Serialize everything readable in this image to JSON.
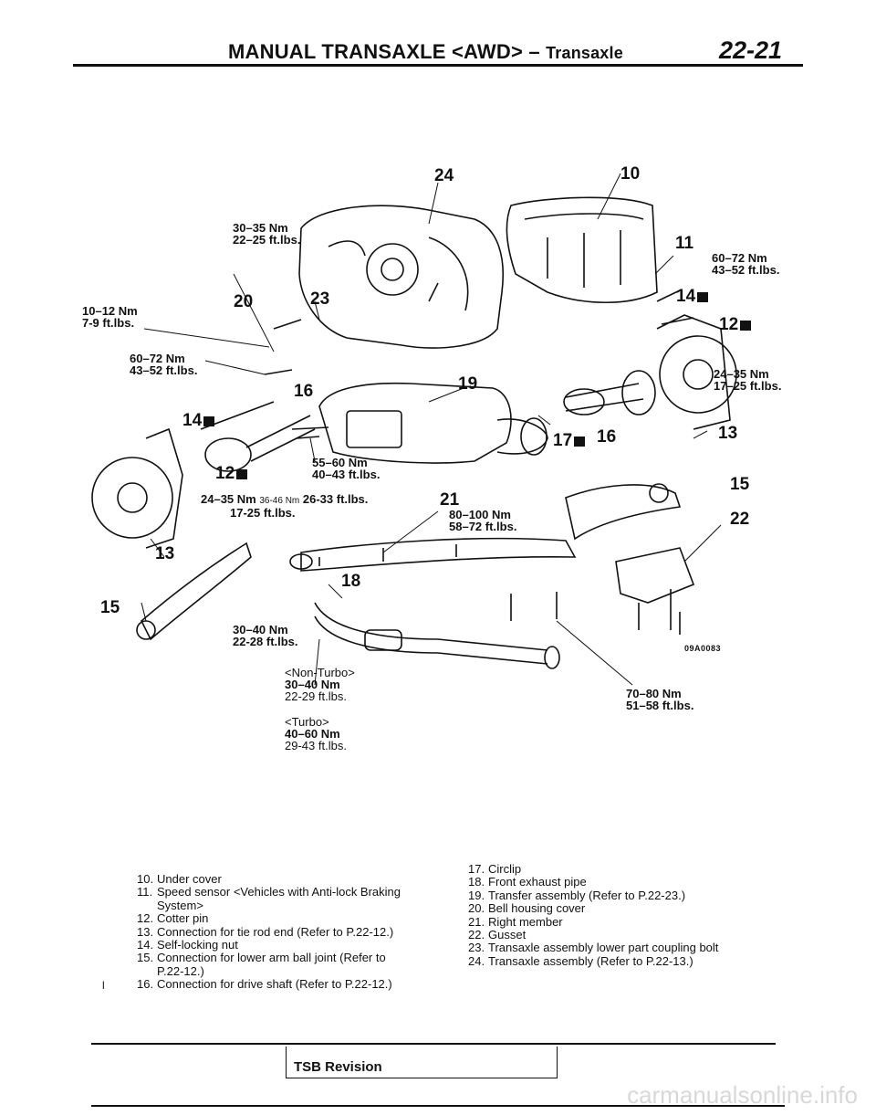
{
  "header": {
    "title_main": "MANUAL TRANSAXLE <AWD> –",
    "title_sub": "Transaxle",
    "page_number": "22-21"
  },
  "diagram": {
    "code": "09A0083",
    "part_numbers": {
      "n10": "10",
      "n24": "24",
      "n11": "11",
      "n20": "20",
      "n23": "23",
      "n14r": "14",
      "n12r": "12",
      "n16l": "16",
      "n19": "19",
      "n14l": "14",
      "n17": "17",
      "n16r": "16",
      "n13r": "13",
      "n12l": "12",
      "n21": "21",
      "n15r": "15",
      "n22": "22",
      "n13l": "13",
      "n18": "18",
      "n15l": "15"
    },
    "torques": {
      "t1_nm": "30–35 Nm",
      "t1_ft": "22–25 ft.lbs.",
      "t2_nm": "10–12 Nm",
      "t2_ft": "7-9 ft.lbs.",
      "t3_nm": "60–72 Nm",
      "t3_ft": "43–52 ft.lbs.",
      "t4_nm": "60–72 Nm",
      "t4_ft": "43–52 ft.lbs.",
      "t5_nm": "24–35 Nm",
      "t5_ft": "17–25 ft.lbs.",
      "t6_nm": "55–60 Nm",
      "t6_ft": "40–43 ft.lbs.",
      "t7_nm": "24–35 Nm",
      "t7_mid": "36-46 Nm",
      "t7_ft2": "26-33 ft.lbs.",
      "t7_ft": "17-25 ft.lbs.",
      "t8_nm": "80–100 Nm",
      "t8_ft": "58–72 ft.lbs.",
      "t9_nm": "30–40 Nm",
      "t9_ft": "22-28 ft.lbs.",
      "t10_nm": "70–80 Nm",
      "t10_ft": "51–58 ft.lbs."
    },
    "variants": {
      "non_turbo": "<Non-Turbo>",
      "non_turbo_nm": "30–40 Nm",
      "non_turbo_ft": "22-29 ft.lbs.",
      "turbo": "<Turbo>",
      "turbo_nm": "40–60 Nm",
      "turbo_ft": "29-43 ft.lbs."
    }
  },
  "legend_left": [
    {
      "n": "10.",
      "text": "Under cover"
    },
    {
      "n": "11.",
      "text": "Speed sensor <Vehicles with Anti-lock Braking System>"
    },
    {
      "n": "12.",
      "text": "Cotter pin"
    },
    {
      "n": "13.",
      "text": "Connection for tie rod end (Refer to P.22-12.)"
    },
    {
      "n": "14.",
      "text": "Self-locking nut"
    },
    {
      "n": "15.",
      "text": "Connection for lower arm ball joint (Refer to P.22-12.)"
    },
    {
      "n": "16.",
      "text": "Connection for drive shaft (Refer to P.22-12.)"
    }
  ],
  "legend_right": [
    {
      "n": "17.",
      "text": "Circlip"
    },
    {
      "n": "18.",
      "text": "Front exhaust pipe"
    },
    {
      "n": "19.",
      "text": "Transfer assembly (Refer to P.22-23.)"
    },
    {
      "n": "20.",
      "text": "Bell housing cover"
    },
    {
      "n": "21.",
      "text": "Right member"
    },
    {
      "n": "22.",
      "text": "Gusset"
    },
    {
      "n": "23.",
      "text": "Transaxle assembly lower part coupling bolt"
    },
    {
      "n": "24.",
      "text": "Transaxle assembly (Refer to P.22-13.)"
    }
  ],
  "bullet": "l",
  "footer": {
    "tsb_label": "TSB Revision",
    "watermark": "carmanualsonline.info"
  }
}
